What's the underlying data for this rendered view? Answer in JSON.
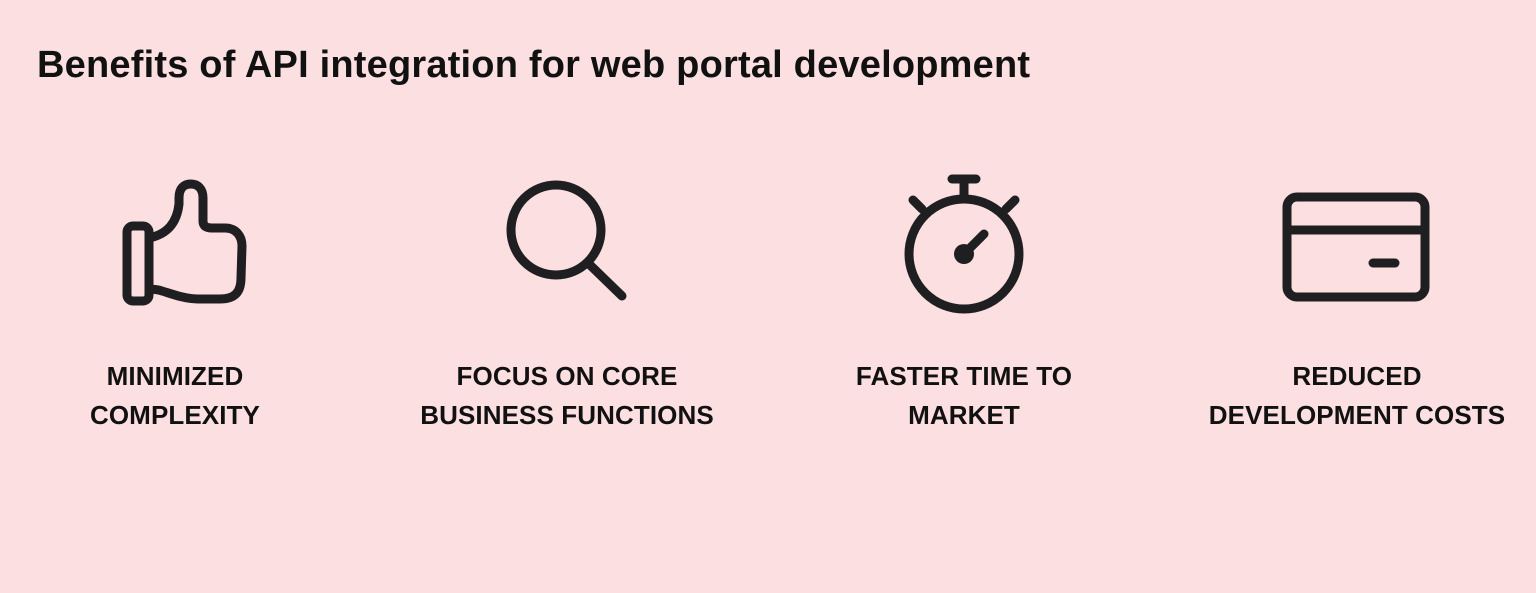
{
  "title": "Benefits of API integration for web portal development",
  "colors": {
    "background": "#fcdfe0",
    "icon_stroke": "#1f1f22",
    "text": "#111111"
  },
  "benefits": [
    {
      "icon": "thumbs-up-icon",
      "label_line1": "MINIMIZED",
      "label_line2": "COMPLEXITY"
    },
    {
      "icon": "search-icon",
      "label_line1": "FOCUS ON CORE",
      "label_line2": "BUSINESS FUNCTIONS"
    },
    {
      "icon": "stopwatch-icon",
      "label_line1": "FASTER TIME TO",
      "label_line2": "MARKET"
    },
    {
      "icon": "credit-card-icon",
      "label_line1": "REDUCED",
      "label_line2": "DEVELOPMENT COSTS"
    }
  ]
}
